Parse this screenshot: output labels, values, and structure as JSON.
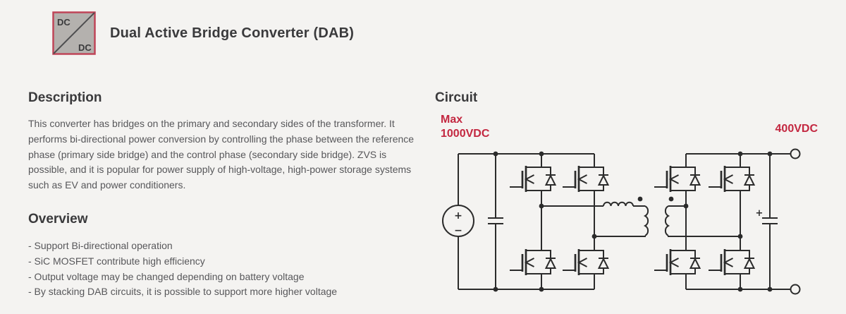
{
  "header": {
    "title": "Dual Active Bridge Converter (DAB)",
    "icon": {
      "top_label": "DC",
      "bottom_label": "DC"
    }
  },
  "description": {
    "heading": "Description",
    "body": "This converter has bridges on the primary and secondary sides of the transformer. It performs bi-directional power conversion by controlling the phase between the reference phase (primary side bridge) and the control phase (secondary side bridge). ZVS is possible, and it is popular for power supply of high-voltage, high-power storage systems such as EV and power conditioners."
  },
  "overview": {
    "heading": "Overview",
    "items": [
      "- Support Bi-directional operation",
      "- SiC MOSFET contribute high efficiency",
      "- Output voltage may be changed depending on battery voltage",
      "- By stacking DAB circuits, it is possible to support more higher voltage"
    ]
  },
  "circuit": {
    "heading": "Circuit",
    "max_label_line1": "Max",
    "max_label_line2": "1000VDC",
    "output_label": "400VDC",
    "source_plus": "+",
    "source_minus": "−",
    "cap_plus": "+"
  },
  "colors": {
    "accent_red": "#c32740",
    "icon_border": "#bf4558",
    "icon_fill": "#b4b1ae",
    "wire": "#2b2b2b",
    "heading_text": "#3a3a3c",
    "body_text": "#57575a",
    "background": "#f1f0ee"
  }
}
